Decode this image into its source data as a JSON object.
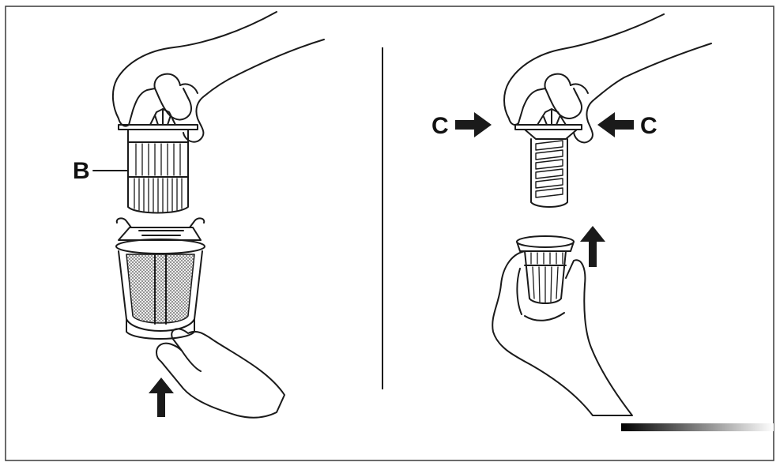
{
  "labels": {
    "b": "B",
    "c_left": "C",
    "c_right": "C"
  },
  "icons": {
    "up_arrow_left": "arrow-up-icon",
    "up_arrow_right": "arrow-up-icon",
    "press_arrow_left": "arrow-right-icon",
    "press_arrow_right": "arrow-left-icon"
  },
  "colors": {
    "line": "#1a1a1a",
    "frame": "#3a3a3a",
    "mesh": "#6e6e6e",
    "gradient_start": "#000000",
    "gradient_end": "#ffffff"
  }
}
